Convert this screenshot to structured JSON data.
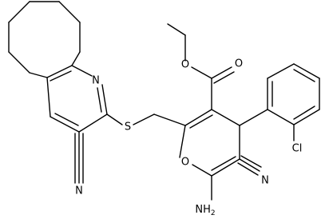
{
  "atom_labels": {
    "pyridine_n": "N",
    "thioether_s": "S",
    "nitrile_n_left": "N",
    "ester_o_carbonyl": "O",
    "ester_o_ether": "O",
    "pyran_o": "O",
    "amino": "NH",
    "amino_subscript": "2",
    "nitrile_n_right": "N",
    "chlorine": "Cl"
  },
  "colors": {
    "ink": "#000000",
    "background": "#ffffff"
  }
}
